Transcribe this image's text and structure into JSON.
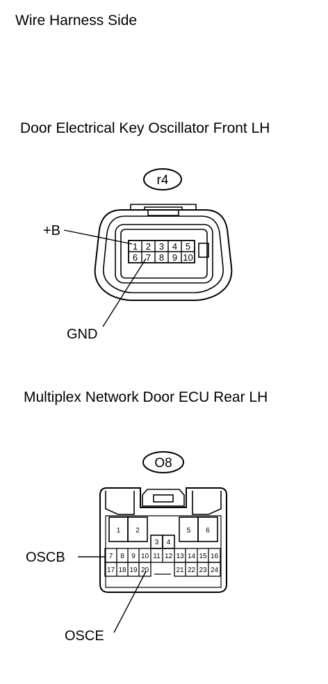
{
  "header": "Wire Harness Side",
  "connector1": {
    "title": "Door Electrical Key Oscillator Front LH",
    "code": "r4",
    "pins_row1": [
      "1",
      "2",
      "3",
      "4",
      "5"
    ],
    "pins_row2": [
      "6",
      "7",
      "8",
      "9",
      "10"
    ],
    "labels": {
      "plus_b": "+B",
      "gnd": "GND"
    }
  },
  "connector2": {
    "title": "Multiplex Network Door ECU Rear LH",
    "code": "O8",
    "pins_top_left": [
      "1",
      "2"
    ],
    "pins_top_mid": [
      "3",
      "4"
    ],
    "pins_top_right": [
      "5",
      "6"
    ],
    "pins_row1": [
      "7",
      "8",
      "9",
      "10",
      "11",
      "12",
      "13",
      "14",
      "15",
      "16"
    ],
    "pins_row2": [
      "17",
      "18",
      "19",
      "20",
      "",
      "21",
      "22",
      "23",
      "24"
    ],
    "labels": {
      "oscb": "OSCB",
      "osce": "OSCE"
    }
  }
}
